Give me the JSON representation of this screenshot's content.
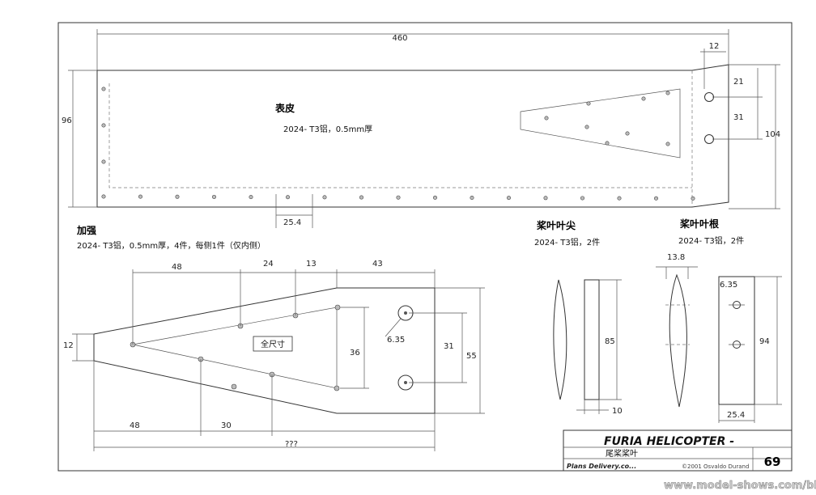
{
  "skin": {
    "title": "表皮",
    "material": "2024- T3铝，0.5mm厚",
    "dims": {
      "length": "460",
      "height_left": "96",
      "height_right": "104",
      "tab": "12",
      "top_offset": "21",
      "hole_spacing": "31",
      "rivet_pitch": "25.4"
    }
  },
  "reinforcement": {
    "title": "加强",
    "material": "2024- T3铝，0.5mm厚，4件，每侧1件（仅内侧）",
    "full_size": "全尺寸",
    "dims": {
      "d48a": "48",
      "d24": "24",
      "d13": "13",
      "d43": "43",
      "d12": "12",
      "d36": "36",
      "d31": "31",
      "d55": "55",
      "hole": "6.35",
      "d48b": "48",
      "d30": "30",
      "total": "???"
    }
  },
  "blade_tip": {
    "title": "桨叶叶尖",
    "material": "2024- T3铝，2件",
    "dims": {
      "height": "85",
      "width": "10"
    }
  },
  "blade_root": {
    "title": "桨叶叶根",
    "material": "2024- T3铝，2件",
    "dims": {
      "width_top": "13.8",
      "hole": "6.35",
      "height": "94",
      "width": "25.4"
    }
  },
  "title_block": {
    "project": "FURIA HELICOPTER -",
    "part": "尾桨桨叶",
    "distributor": "Plans Delivery.co...",
    "copyright": "©2001 Osvaldo Durand",
    "page": "69"
  },
  "watermark": "www.model-shows.com/bbs"
}
